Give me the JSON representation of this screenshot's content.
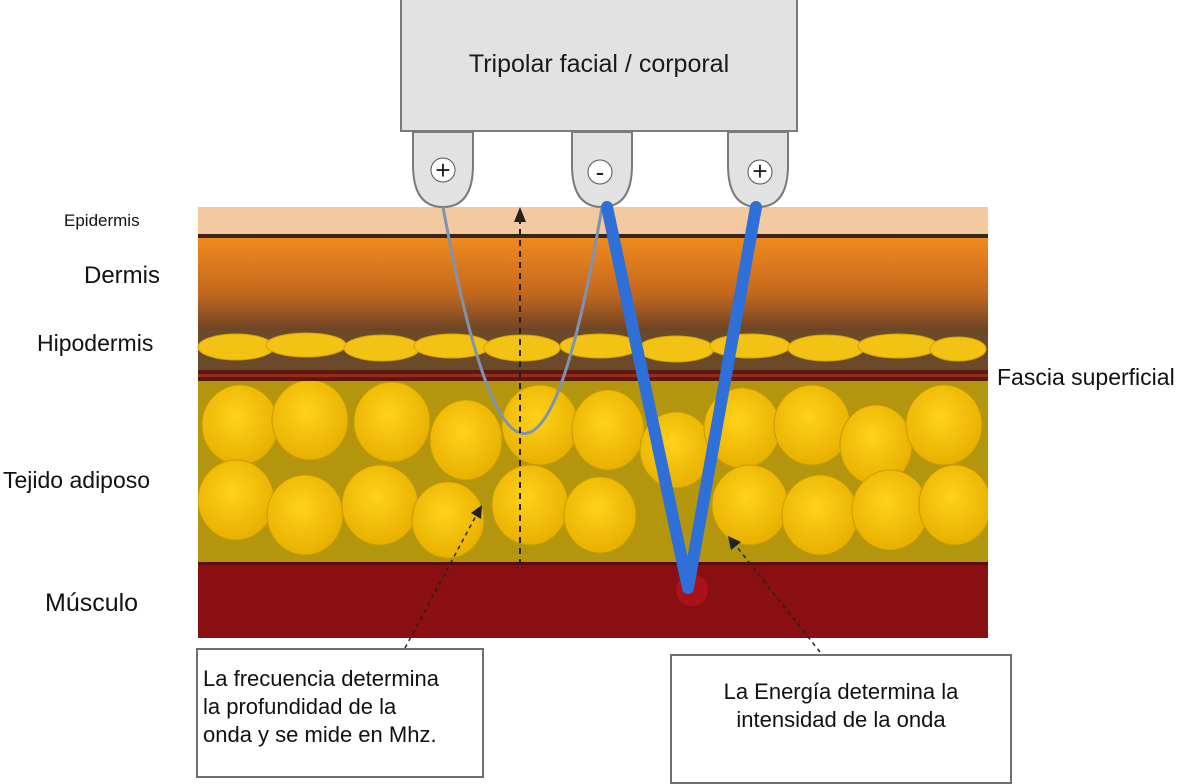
{
  "device": {
    "label": "Tripolar facial / corporal"
  },
  "electrodes": [
    {
      "sign": "+"
    },
    {
      "sign": "-"
    },
    {
      "sign": "+"
    }
  ],
  "layers": {
    "epidermis": "Epidermis",
    "dermis": "Dermis",
    "hipodermis": "Hipodermis",
    "fascia": "Fascia superficial",
    "tejido": "Tejido adiposo",
    "musculo": "Músculo"
  },
  "notes": {
    "frequency": [
      "La frecuencia determina",
      "la profundidad de la",
      "onda y se mide en Mhz."
    ],
    "energy": [
      "La Energía determina la",
      "intensidad de la onda"
    ]
  },
  "colors": {
    "epidermis": "#f5c9a0",
    "dermis_top": "#f08a1e",
    "dermis_bottom": "#7a4a2a",
    "fat_background": "#b89a10",
    "fat_cell": "#f6c200",
    "muscle": "#8a0f12",
    "high_energy_wave": "#2f6fd8",
    "low_energy_wave": "#7d93b0"
  }
}
